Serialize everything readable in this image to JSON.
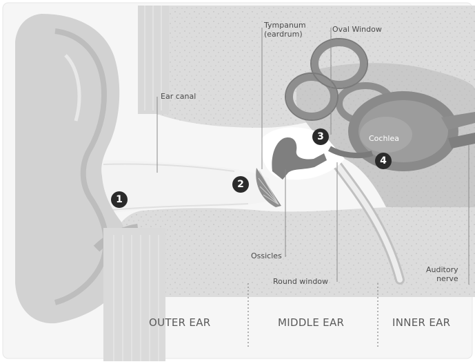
{
  "labels": {
    "tympanum": "Tympanum\n(eardrum)",
    "oval_window": "Oval Window",
    "ear_canal": "Ear canal",
    "cochlea": "Cochlea",
    "ossicles": "Ossicles",
    "round_window": "Round window",
    "auditory_nerve": "Auditory\nnerve"
  },
  "markers": [
    "1",
    "2",
    "3",
    "4"
  ],
  "sections": {
    "outer": "OUTER EAR",
    "middle": "MIDDLE EAR",
    "inner": "INNER EAR"
  },
  "colors": {
    "background": "#ffffff",
    "tissue": "#dcdcdc",
    "bone": "#c6c6c6",
    "canal": "#f4f4f4",
    "organ": "#8e8e8e",
    "organ_dark": "#6f6f6f",
    "marker": "#2a2a2a"
  }
}
